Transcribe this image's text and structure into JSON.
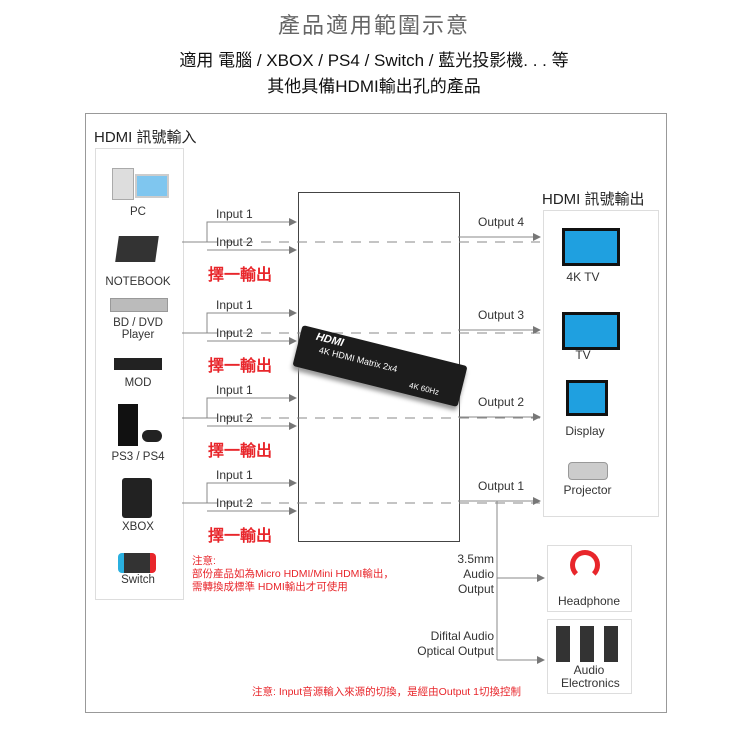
{
  "header": {
    "title": "產品適用範圍示意",
    "line1": "適用 電腦 / XBOX / PS4 / Switch / 藍光投影機. . . 等",
    "line2": "其他具備HDMI輸出孔的產品"
  },
  "input_section": {
    "title": "HDMI 訊號輸入",
    "devices": [
      "PC",
      "NOTEBOOK",
      "BD / DVD Player",
      "MOD",
      "PS3 / PS4",
      "XBOX",
      "Switch"
    ]
  },
  "output_section": {
    "title": "HDMI 訊號輸出",
    "devices": [
      "4K TV",
      "TV",
      "Display",
      "Projector",
      "Headphone",
      "Audio Electronics"
    ]
  },
  "groups": [
    {
      "input_a": "Input 1",
      "input_b": "Input 2",
      "select": "擇一輸出",
      "output": "Output 4"
    },
    {
      "input_a": "Input 1",
      "input_b": "Input 2",
      "select": "擇一輸出",
      "output": "Output 3"
    },
    {
      "input_a": "Input 1",
      "input_b": "Input 2",
      "select": "擇一輸出",
      "output": "Output 2"
    },
    {
      "input_a": "Input 1",
      "input_b": "Input 2",
      "select": "擇一輸出",
      "output": "Output 1"
    }
  ],
  "device": {
    "brand": "HDMI",
    "name": "4K HDMI Matrix 2x4",
    "spec": "4K 60Hz"
  },
  "audio": {
    "analog": "3.5mm Audio Output",
    "optical": "Difital Audio Optical Output"
  },
  "notes": {
    "note1_title": "注意:",
    "note1_line1": "部份產品如為Micro HDMI/Mini HDMI輸出，",
    "note1_line2": "需轉換成標準 HDMI輸出才可使用",
    "note2": "注意:  Input音源輸入來源的切換，是經由Output 1切換控制"
  },
  "colors": {
    "accent": "#e8262b",
    "line": "#888888",
    "screen": "#1fa0e0"
  }
}
